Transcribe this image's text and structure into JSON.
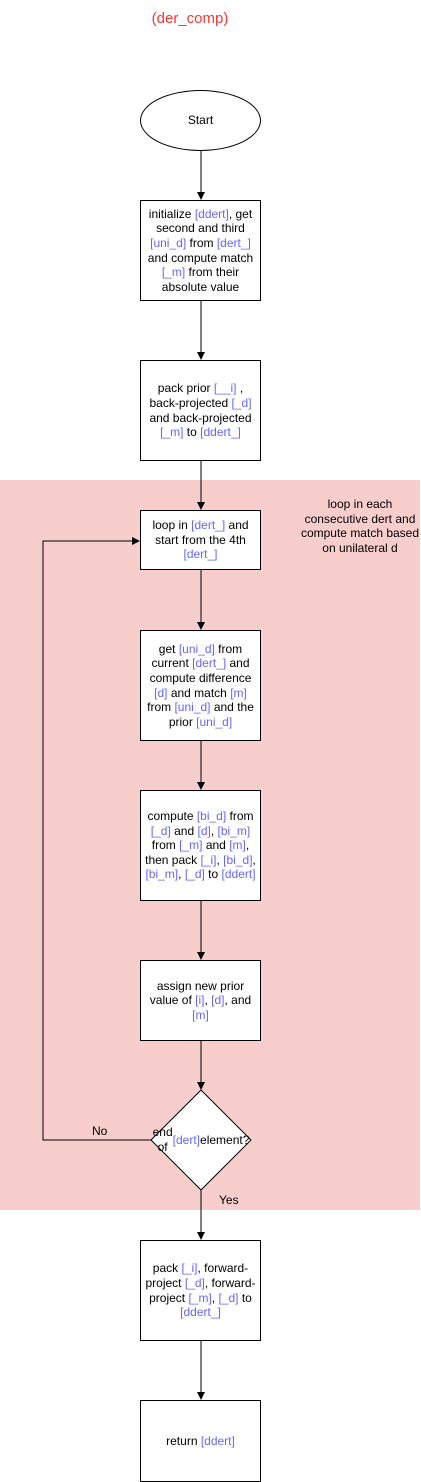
{
  "title": "(der_comp)",
  "colors": {
    "title": "#ff3333",
    "highlight": "#6666ff",
    "loop_region": "#f8cecc"
  },
  "loop_note": "loop in each consecutive dert and compute match based on unilateral d",
  "nodes": {
    "start": [
      {
        "t": "Start",
        "h": false
      }
    ],
    "init": [
      {
        "t": "initialize ",
        "h": false
      },
      {
        "t": "[ddert]",
        "h": true
      },
      {
        "t": ", get second and third ",
        "h": false
      },
      {
        "t": "[uni_d]",
        "h": true
      },
      {
        "t": " from ",
        "h": false
      },
      {
        "t": "[dert_]",
        "h": true
      },
      {
        "t": " and compute match ",
        "h": false
      },
      {
        "t": "[_m]",
        "h": true
      },
      {
        "t": " from their absolute value",
        "h": false
      }
    ],
    "pack_prior": [
      {
        "t": "pack prior ",
        "h": false
      },
      {
        "t": "[__i]",
        "h": true
      },
      {
        "t": " , back-projected ",
        "h": false
      },
      {
        "t": "[_d]",
        "h": true
      },
      {
        "t": " and back-projected ",
        "h": false
      },
      {
        "t": "[_m]",
        "h": true
      },
      {
        "t": " to ",
        "h": false
      },
      {
        "t": "[ddert_]",
        "h": true
      }
    ],
    "loop_start": [
      {
        "t": "loop in ",
        "h": false
      },
      {
        "t": "[dert_]",
        "h": true
      },
      {
        "t": " and start from the 4th ",
        "h": false
      },
      {
        "t": "[dert_]",
        "h": true
      }
    ],
    "get_uni": [
      {
        "t": "get ",
        "h": false
      },
      {
        "t": "[uni_d]",
        "h": true
      },
      {
        "t": " from current ",
        "h": false
      },
      {
        "t": "[dert_]",
        "h": true
      },
      {
        "t": " and compute difference ",
        "h": false
      },
      {
        "t": "[d]",
        "h": true
      },
      {
        "t": " and match ",
        "h": false
      },
      {
        "t": "[m]",
        "h": true
      },
      {
        "t": " from ",
        "h": false
      },
      {
        "t": "[uni_d]",
        "h": true
      },
      {
        "t": " and the prior ",
        "h": false
      },
      {
        "t": "[uni_d]",
        "h": true
      }
    ],
    "compute_bi": [
      {
        "t": "compute ",
        "h": false
      },
      {
        "t": "[bi_d]",
        "h": true
      },
      {
        "t": " from ",
        "h": false
      },
      {
        "t": "[_d]",
        "h": true
      },
      {
        "t": " and  ",
        "h": false
      },
      {
        "t": "[d]",
        "h": true
      },
      {
        "t": ", ",
        "h": false
      },
      {
        "t": "[bi_m]",
        "h": true
      },
      {
        "t": " from ",
        "h": false
      },
      {
        "t": "[_m]",
        "h": true
      },
      {
        "t": " and  ",
        "h": false
      },
      {
        "t": "[m]",
        "h": true
      },
      {
        "t": ", then pack ",
        "h": false
      },
      {
        "t": "[_i]",
        "h": true
      },
      {
        "t": ", ",
        "h": false
      },
      {
        "t": "[bi_d]",
        "h": true
      },
      {
        "t": ", ",
        "h": false
      },
      {
        "t": "[bi_m]",
        "h": true
      },
      {
        "t": ", ",
        "h": false
      },
      {
        "t": "[_d]",
        "h": true
      },
      {
        "t": " to ",
        "h": false
      },
      {
        "t": "[ddert]",
        "h": true
      }
    ],
    "assign_prior": [
      {
        "t": "assign new prior value of ",
        "h": false
      },
      {
        "t": "[i]",
        "h": true
      },
      {
        "t": ", ",
        "h": false
      },
      {
        "t": "[d]",
        "h": true
      },
      {
        "t": ", and ",
        "h": false
      },
      {
        "t": "[m]",
        "h": true
      }
    ],
    "decision": [
      {
        "t": "end of ",
        "h": false
      },
      {
        "t": "[dert]",
        "h": true
      },
      {
        "t": " element?",
        "h": false
      }
    ],
    "pack_forward": [
      {
        "t": "pack ",
        "h": false
      },
      {
        "t": "[_i]",
        "h": true
      },
      {
        "t": ", forward-project ",
        "h": false
      },
      {
        "t": "[_d]",
        "h": true
      },
      {
        "t": ", forward-project ",
        "h": false
      },
      {
        "t": "[_m]",
        "h": true
      },
      {
        "t": ", ",
        "h": false
      },
      {
        "t": "[_d]",
        "h": true
      },
      {
        "t": " to ",
        "h": false
      },
      {
        "t": "[ddert_]",
        "h": true
      }
    ],
    "return": [
      {
        "t": "return ",
        "h": false
      },
      {
        "t": "[ddert]",
        "h": true
      }
    ]
  },
  "edge_labels": {
    "no": "No",
    "yes": "Yes"
  }
}
